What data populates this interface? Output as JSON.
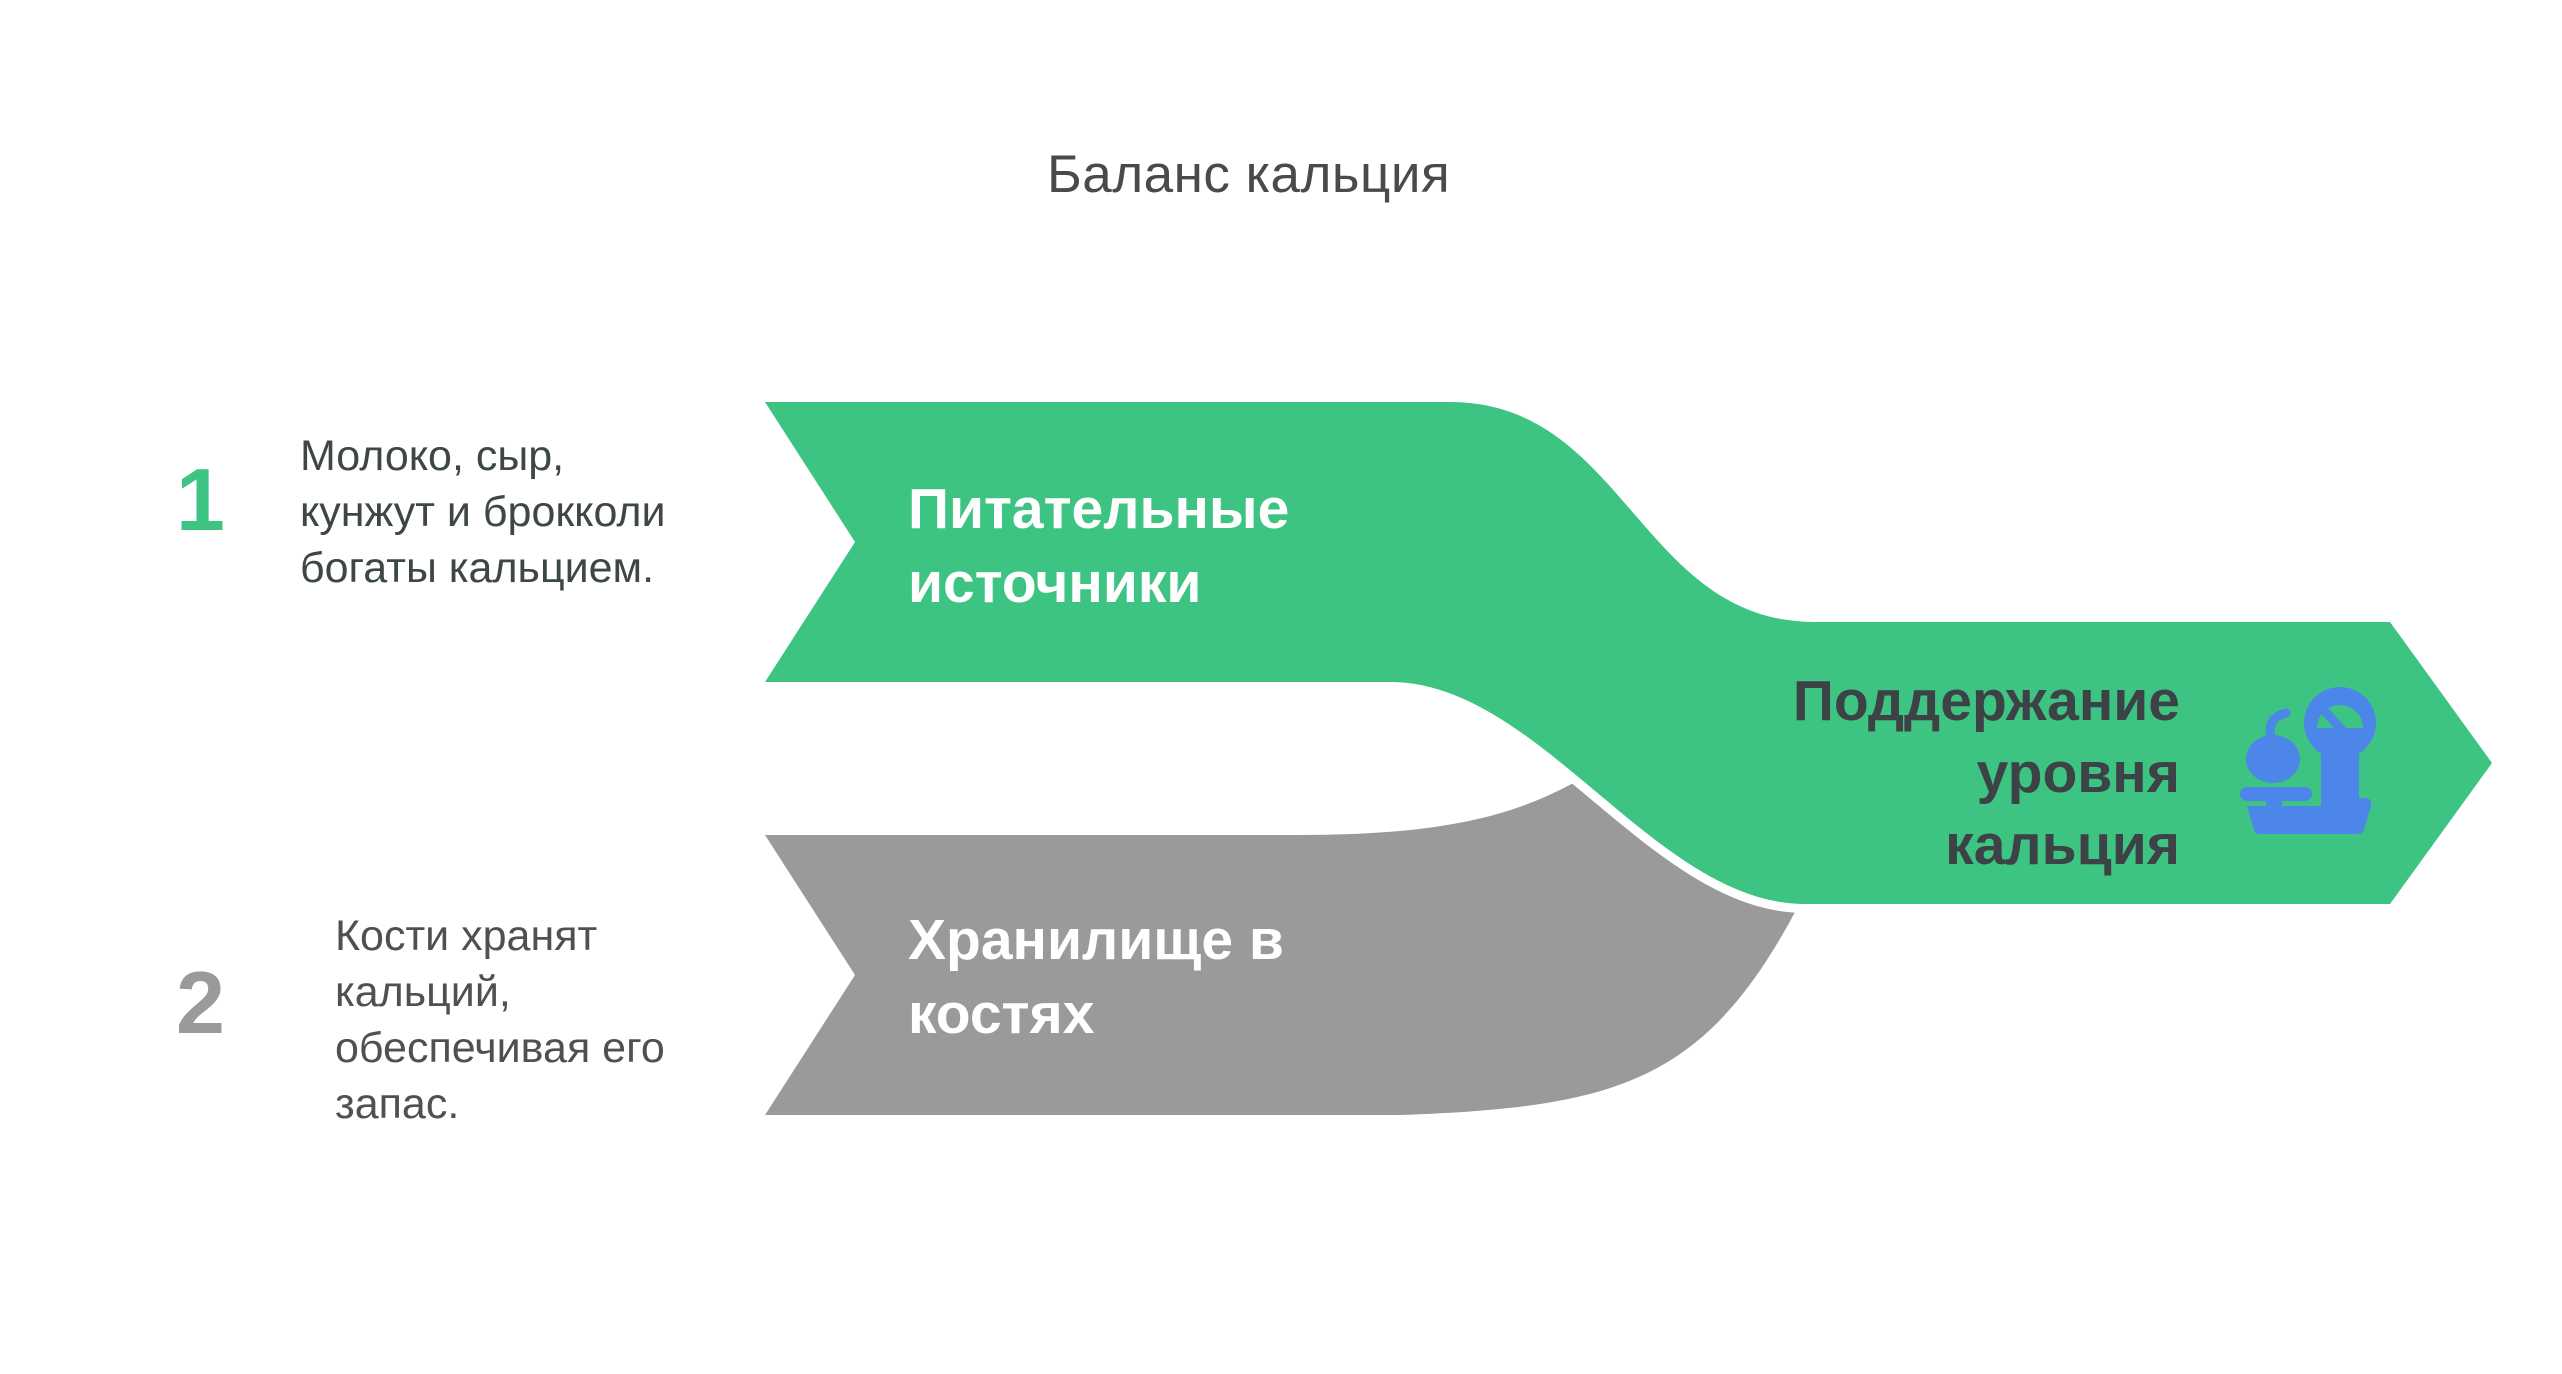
{
  "title": "Баланс кальция",
  "colors": {
    "background": "#ffffff",
    "green": "#3ec482",
    "gray": "#9a9a9a",
    "blue": "#4c86e8",
    "separator": "#ffffff",
    "title_text": "#4a4a4a",
    "step1_text": "#3e4842",
    "step2_text": "#505050",
    "band_label_text": "#ffffff",
    "result_text": "#3c4245"
  },
  "steps": [
    {
      "number": "1",
      "description": "Молоко, сыр,\nкунжут и брокколи\nбогаты кальцием.",
      "band_label": "Питательные\nисточники"
    },
    {
      "number": "2",
      "description": "Кости хранят\nкальций,\nобеспечивая его\nзапас.",
      "band_label": "Хранилище в\nкостях"
    }
  ],
  "result": {
    "label": "Поддержание\nуровня\nкальция",
    "icon": "food-scale-with-apple"
  }
}
